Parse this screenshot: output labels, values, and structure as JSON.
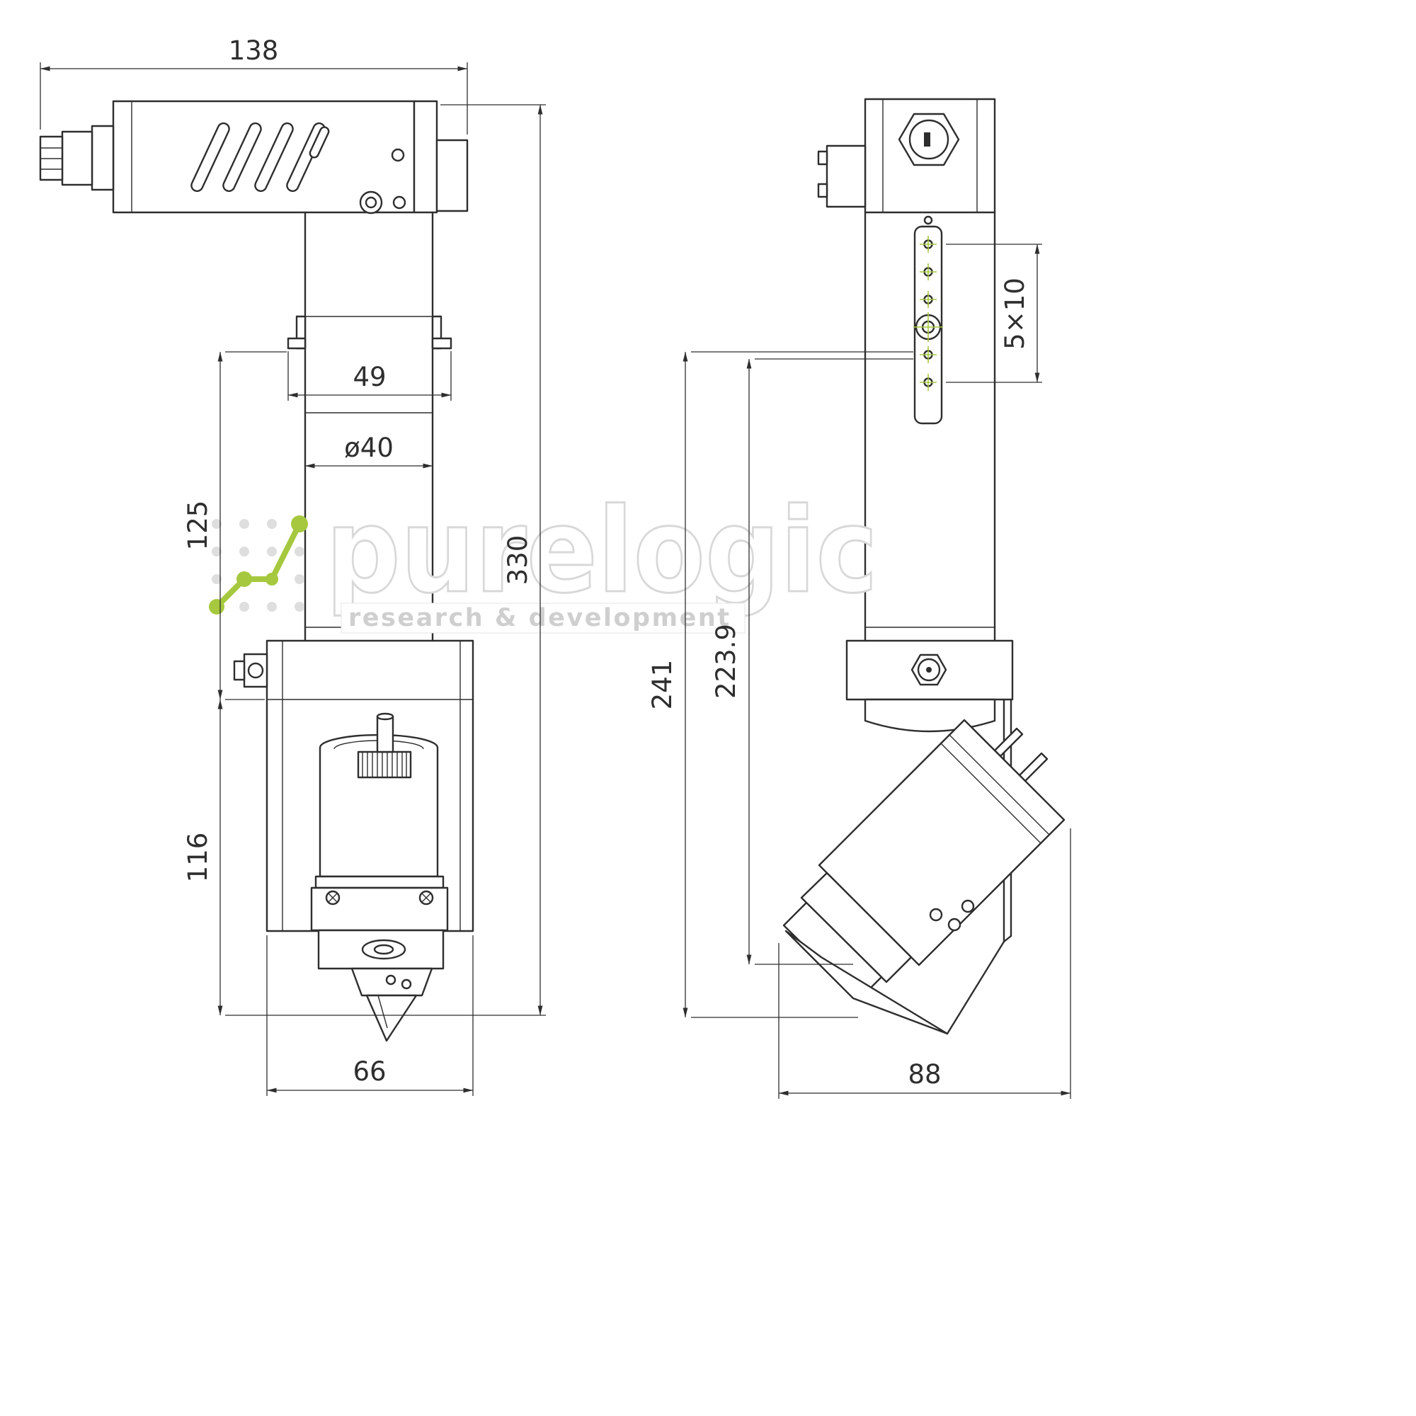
{
  "document": {
    "type": "technical-dimension-drawing",
    "background": "#ffffff"
  },
  "drawing": {
    "colors": {
      "line": "#2e2e2e",
      "dim": "#2e2e2e",
      "accent": "#a6c83e",
      "wm": "#d8d8d8",
      "wm-text": "#cfcfcf"
    },
    "views": {
      "front": {
        "dims": {
          "overall_width": "138",
          "flange_width": "49",
          "column_diameter": "ø40",
          "column_length": "125",
          "overall_height": "330",
          "motor_section_height": "116",
          "base_width": "66"
        }
      },
      "side": {
        "dims": {
          "hole_pattern": "5×10",
          "overall_drop": "241",
          "holder_drop": "223.9",
          "base_width": "88"
        }
      }
    },
    "watermark": {
      "brand": "purelogic",
      "tagline": "research & development"
    }
  }
}
